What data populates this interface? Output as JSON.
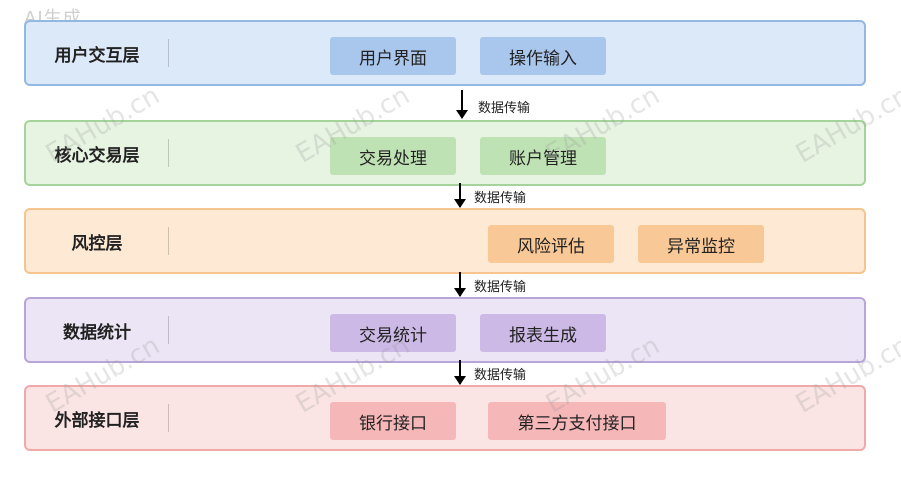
{
  "badge": "AI生成",
  "layers": [
    {
      "label": "用户交互层",
      "modules": [
        "用户界面",
        "操作输入"
      ]
    },
    {
      "label": "核心交易层",
      "modules": [
        "交易处理",
        "账户管理"
      ]
    },
    {
      "label": "风控层",
      "modules": [
        "风险评估",
        "异常监控"
      ]
    },
    {
      "label": "数据统计",
      "modules": [
        "交易统计",
        "报表生成"
      ]
    },
    {
      "label": "外部接口层",
      "modules": [
        "银行接口",
        "第三方支付接口"
      ]
    }
  ],
  "flow_label": "数据传输",
  "watermark": "EAHub.cn",
  "colors": {
    "blue": "#dce9f8",
    "green": "#e7f4e2",
    "orange": "#fde9d4",
    "purple": "#ebe5f5",
    "red": "#fbe4e4"
  }
}
